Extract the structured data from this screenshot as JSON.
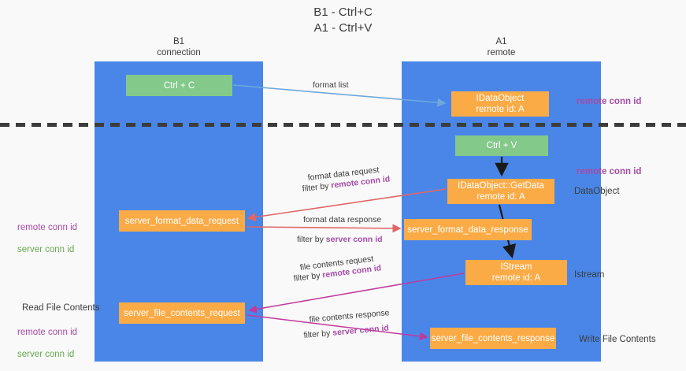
{
  "diagram": {
    "title": "B1 - Ctrl+C\nA1 - Ctrl+V",
    "lanes": [
      {
        "id": "b1",
        "header": "B1\nconnection",
        "color": "#4a86e8"
      },
      {
        "id": "a1",
        "header": "A1\nremote",
        "color": "#4a86e8"
      }
    ],
    "nodes": [
      {
        "id": "ctrl-c",
        "label": "Ctrl + C",
        "color": "#83c98a"
      },
      {
        "id": "idataobject",
        "label": "IDataObject\nremote id: A",
        "color": "#fbab46"
      },
      {
        "id": "ctrl-v",
        "label": "Ctrl + V",
        "color": "#83c98a"
      },
      {
        "id": "getdata",
        "label": "IDataObject::GetData\nremote id: A",
        "color": "#fbab46"
      },
      {
        "id": "server-format-data-request",
        "label": "server_format_data_request",
        "color": "#fbab46"
      },
      {
        "id": "server-format-data-response",
        "label": "server_format_data_response",
        "color": "#fbab46"
      },
      {
        "id": "istream",
        "label": "IStream\nremote id: A",
        "color": "#fbab46"
      },
      {
        "id": "server-file-contents-request",
        "label": "server_file_contents_request",
        "color": "#fbab46"
      },
      {
        "id": "server-file-contents-response",
        "label": "server_file_contents_response",
        "color": "#fbab46"
      }
    ],
    "edges": [
      {
        "id": "format-list",
        "label": "format list",
        "filter": "",
        "color": "#6fa8dc"
      },
      {
        "id": "format-data-request",
        "label": "format data request",
        "filter_prefix": "filter by ",
        "filter_key": "remote conn id",
        "color": "#e06666"
      },
      {
        "id": "format-data-response",
        "label": "format data response",
        "filter_prefix": "filter by ",
        "filter_key": "server conn id",
        "color": "#e06666"
      },
      {
        "id": "file-contents-request",
        "label": "file contents request",
        "filter_prefix": "filter by ",
        "filter_key": "remote conn id",
        "color": "#c27ba0"
      },
      {
        "id": "file-contents-response",
        "label": "file contents response",
        "filter_prefix": "filter by ",
        "filter_key": "server conn id",
        "color": "#c27ba0"
      }
    ],
    "annotations": {
      "remote_conn_id": "remote conn id",
      "server_conn_id": "server conn id",
      "dataobject": "DataObject",
      "istream": "Istream",
      "read_file_contents": "Read File Contents",
      "write_file_contents": "Write File Contents"
    },
    "colors": {
      "lane": "#4a86e8",
      "green_node": "#83c98a",
      "orange_node": "#fbab46",
      "remote_conn_id": "#a64ca6",
      "server_conn_id": "#6aa84f",
      "red_arrow": "#e06666",
      "pink_arrow": "#c27ba0",
      "blue_arrow": "#6fa8dc",
      "black_arrow": "#1a1a1a",
      "background": "#f9f9f9",
      "text": "#3c3c3c"
    }
  }
}
